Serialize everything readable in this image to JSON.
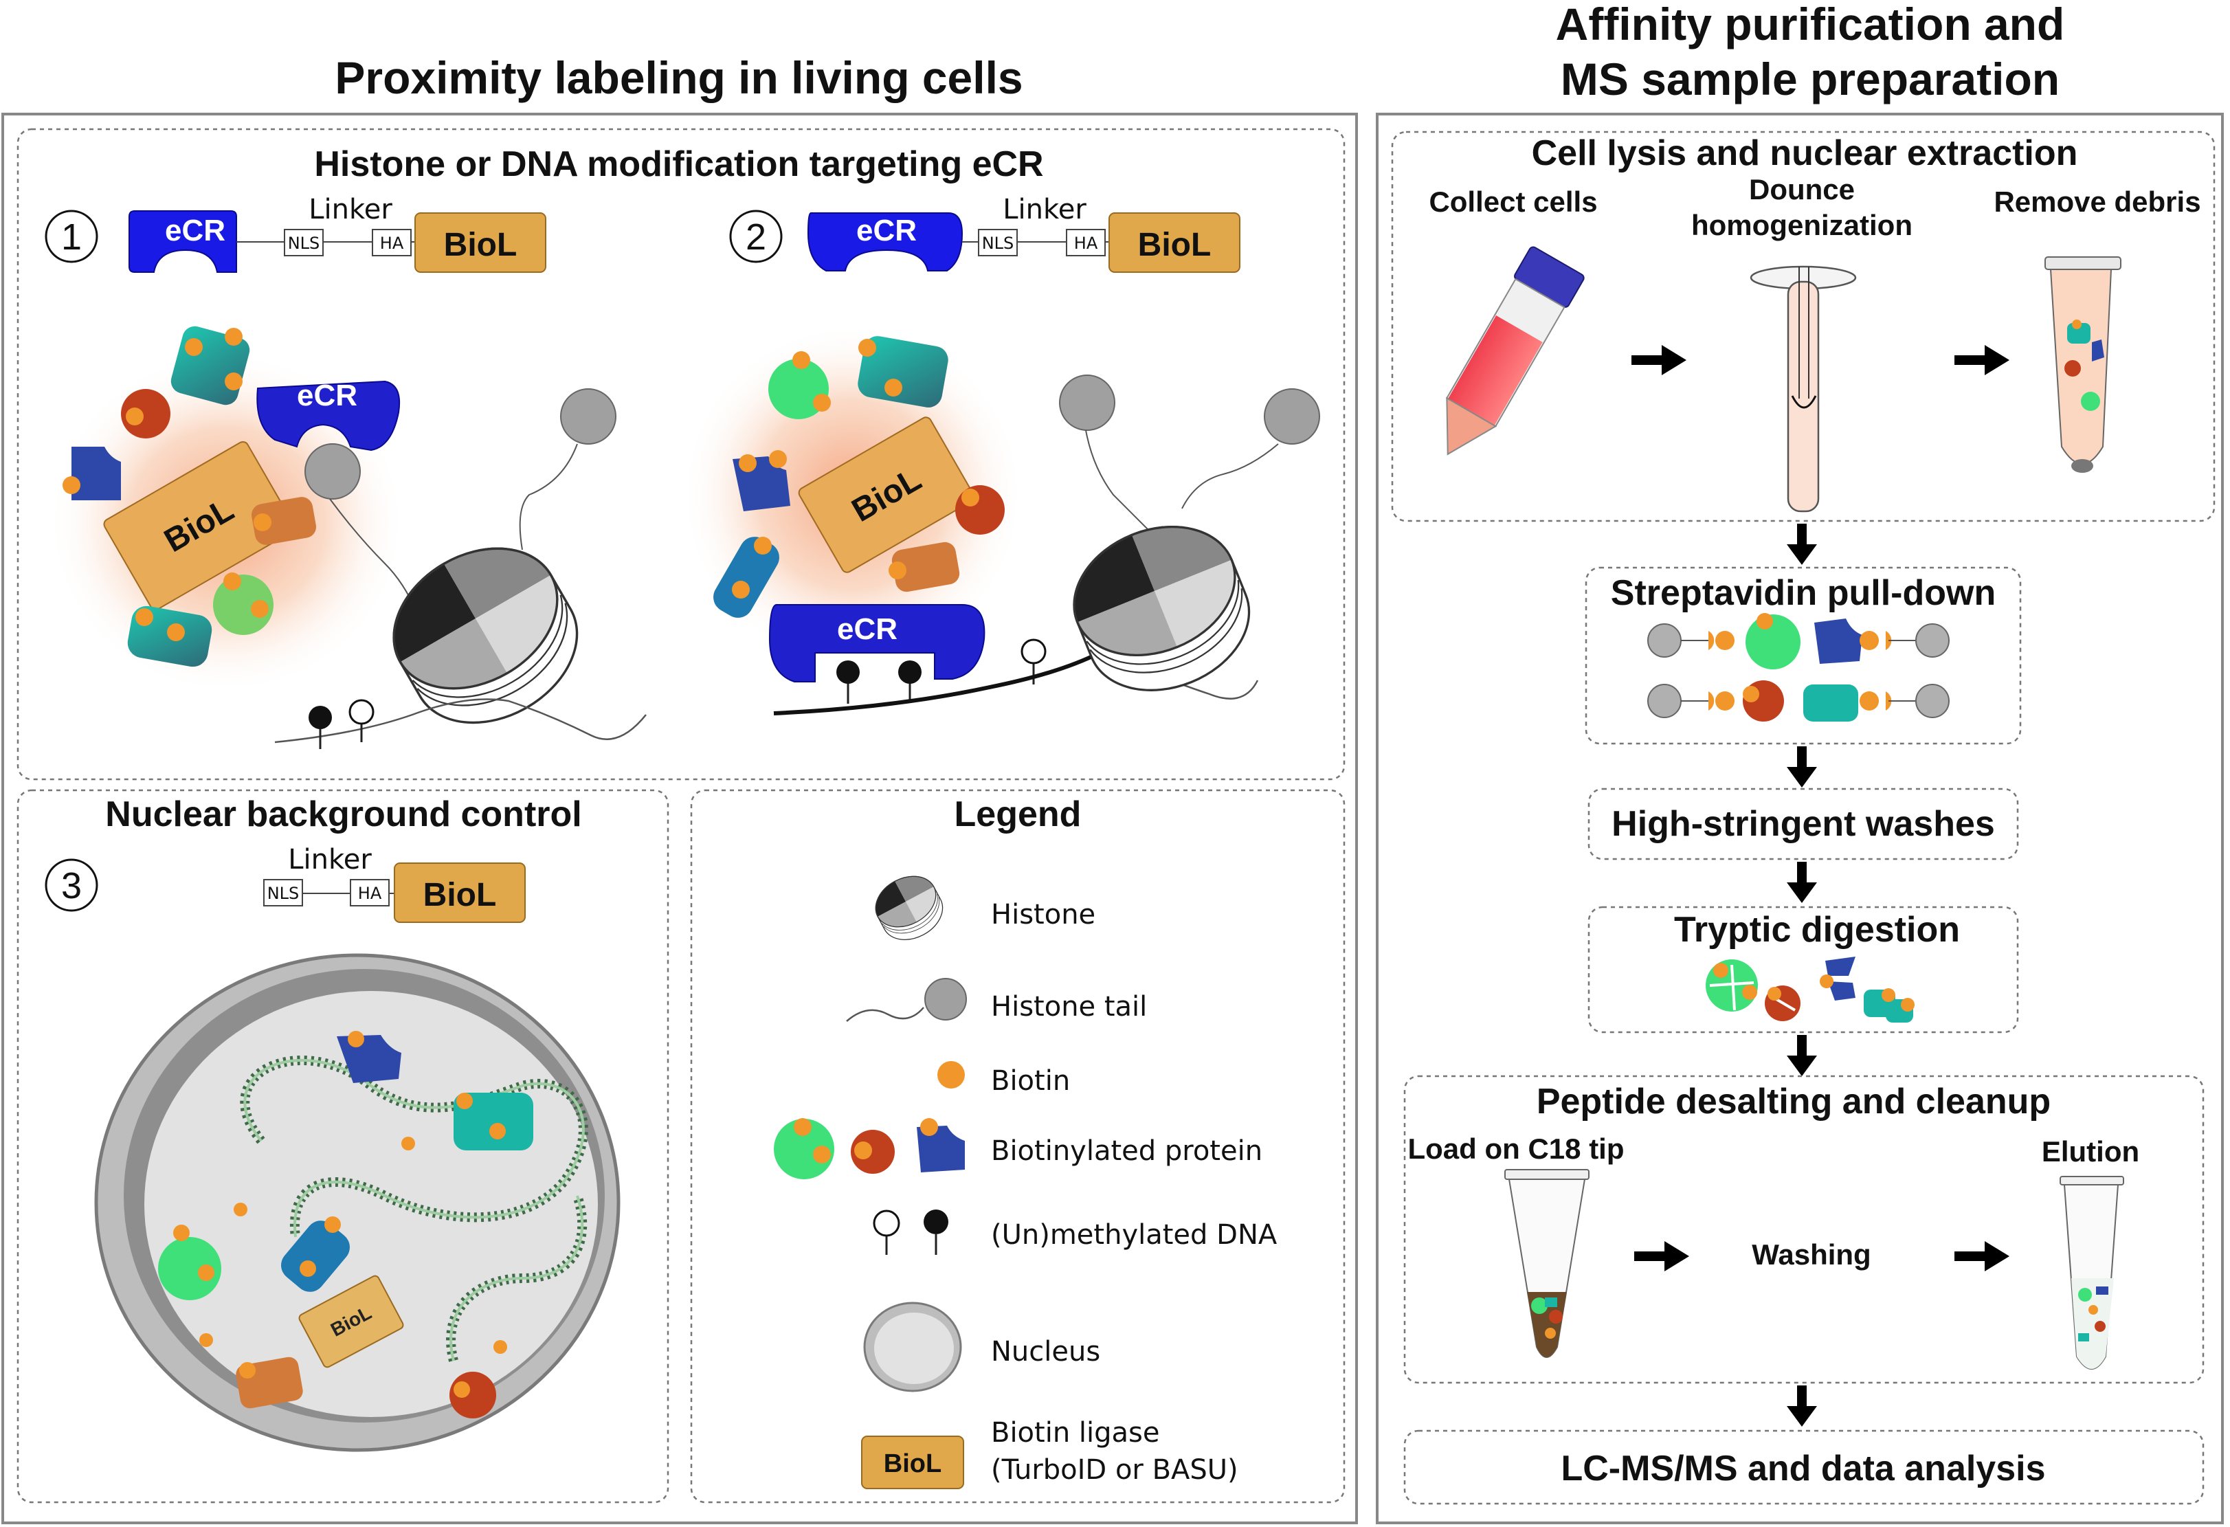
{
  "left_panel": {
    "title": "Proximity labeling in living cells",
    "top_box": {
      "title": "Histone or DNA modification targeting eCR",
      "construct_1": {
        "number": "1",
        "ecr": "eCR",
        "linker": "Linker",
        "nls": "NLS",
        "ha": "HA",
        "biol": "BioL"
      },
      "construct_2": {
        "number": "2",
        "ecr": "eCR",
        "linker": "Linker",
        "nls": "NLS",
        "ha": "HA",
        "biol": "BioL"
      },
      "scene_1": {
        "biol": "BioL",
        "ecr": "eCR"
      },
      "scene_2": {
        "biol": "BioL",
        "ecr": "eCR"
      }
    },
    "control_box": {
      "title": "Nuclear background control",
      "construct_3": {
        "number": "3",
        "linker": "Linker",
        "nls": "NLS",
        "ha": "HA",
        "biol": "BioL"
      },
      "nucleus_biol": "BioL"
    },
    "legend": {
      "title": "Legend",
      "items": [
        {
          "icon": "histone-icon",
          "label": "Histone"
        },
        {
          "icon": "histone-tail-icon",
          "label": "Histone tail"
        },
        {
          "icon": "biotin-icon",
          "label": "Biotin"
        },
        {
          "icon": "biotinylated-protein-icon",
          "label": "Biotinylated protein"
        },
        {
          "icon": "dna-methylation-icon",
          "label": "(Un)methylated DNA"
        },
        {
          "icon": "nucleus-icon",
          "label": "Nucleus"
        },
        {
          "icon": "biotin-ligase-icon",
          "label": "Biotin ligase",
          "label2": "(TurboID or BASU)",
          "box": "BioL"
        }
      ]
    }
  },
  "right_panel": {
    "title_line1": "Affinity purification and",
    "title_line2": "MS sample preparation",
    "lysis": {
      "title": "Cell lysis and nuclear extraction",
      "step1": "Collect cells",
      "step2_line1": "Dounce",
      "step2_line2": "homogenization",
      "step3": "Remove debris"
    },
    "pulldown": "Streptavidin pull-down",
    "washes": "High-stringent washes",
    "digestion": "Tryptic digestion",
    "desalting": {
      "title": "Peptide desalting and cleanup",
      "load": "Load on C18 tip",
      "washing": "Washing",
      "elution": "Elution"
    },
    "final": "LC-MS/MS and data analysis"
  },
  "colors": {
    "ecr_blue": "#1a1ae6",
    "biol_gold": "#e0a84a",
    "biotin_orange": "#f0962a",
    "teal": "#1aa89a",
    "red_brown": "#c0401e",
    "green": "#3fe07a",
    "navy": "#2d48a8",
    "orange_brown": "#d27a3a"
  }
}
